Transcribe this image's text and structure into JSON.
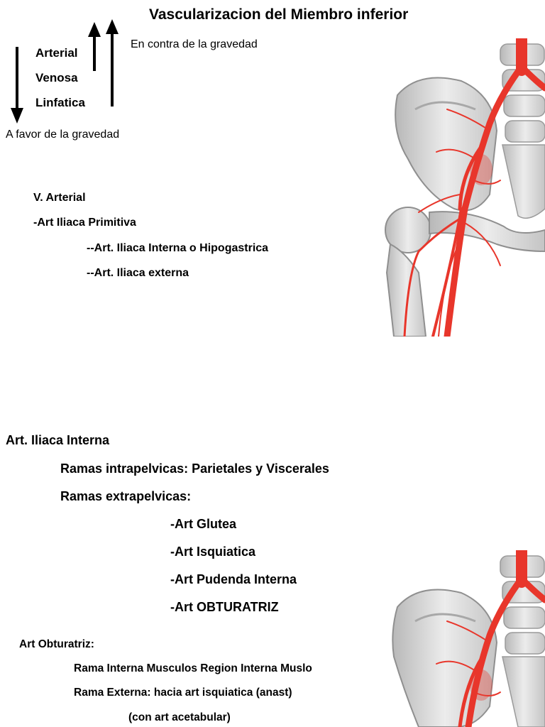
{
  "slide1": {
    "title": "Vascularizacion del Miembro inferior",
    "against_gravity": "En contra de la gravedad",
    "with_gravity": "A favor de la gravedad",
    "systems": [
      "Arterial",
      "Venosa",
      "Linfatica"
    ],
    "outline": {
      "heading": "V. Arterial",
      "item": "-Art Iliaca Primitiva",
      "subitems": [
        "--Art. Iliaca Interna o Hipogastrica",
        "--Art. Iliaca externa"
      ]
    }
  },
  "slide2": {
    "heading": "Art. Iliaca Interna",
    "intrapelvic": "Ramas intrapelvicas: Parietales y Viscerales",
    "extrapelvic": "Ramas extrapelvicas:",
    "branches": [
      "-Art Glutea",
      "-Art Isquiatica",
      "-Art Pudenda Interna",
      "-Art OBTURATRIZ"
    ],
    "obturatriz": {
      "heading": "Art  Obturatriz:",
      "lines": [
        "Rama Interna Musculos Region Interna Muslo",
        "Rama Externa: hacia art isquiatica (anast)",
        "(con art acetabular)"
      ]
    }
  },
  "colors": {
    "artery": "#e8362b",
    "bone": "#d9d9d9",
    "text": "#000000"
  },
  "icons": [
    "arrow-down-icon",
    "arrow-up-icon",
    "arrow-up-icon"
  ]
}
